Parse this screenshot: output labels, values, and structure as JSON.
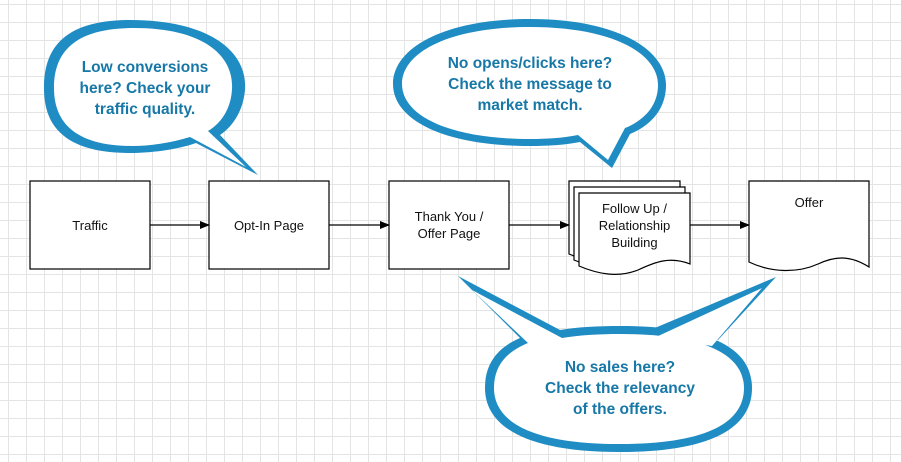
{
  "nodes": {
    "traffic": {
      "label": "Traffic"
    },
    "opt_in": {
      "label": "Opt-In Page"
    },
    "thank_you": {
      "label": "Thank You /\nOffer Page"
    },
    "follow_up": {
      "label": "Follow Up /\nRelationship\nBuilding"
    },
    "offer": {
      "label": "Offer"
    }
  },
  "callouts": {
    "low_conversions": {
      "text": "Low conversions\nhere? Check your\ntraffic quality."
    },
    "no_opens": {
      "text": "No opens/clicks here?\nCheck the message to\nmarket match."
    },
    "no_sales": {
      "text": "No sales here?\nCheck the relevancy\nof the offers."
    }
  },
  "colors": {
    "callout_fill": "#1f8cc3",
    "callout_inner": "#ffffff",
    "callout_text": "#1778a8",
    "box_stroke": "#000000",
    "grid": "#e4e4e4"
  }
}
